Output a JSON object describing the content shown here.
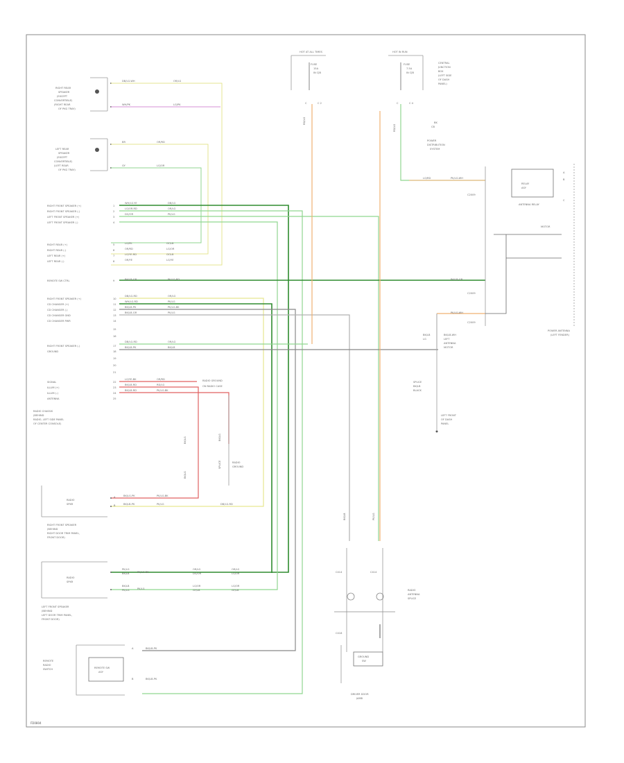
{
  "diagram_ref": "FD0804",
  "colors": {
    "frame": "#8a8a8a",
    "text": "#6a6a6a",
    "wire_yellow": "#e6e690",
    "wire_green": "#8fd68f",
    "wire_dkgreen": "#2e8b2e",
    "wire_pink": "#d68fd6",
    "wire_orange": "#f0b070",
    "wire_red": "#e06060",
    "wire_gray": "#888888",
    "wire_ltgray": "#b0b0b0"
  },
  "components": [
    {
      "id": "rear-speaker-rh",
      "label": "LEFT REAR SPEAKER"
    },
    {
      "id": "rear-speaker-lh",
      "label": "RIGHT REAR SPEAKER"
    },
    {
      "id": "radio",
      "label": "RADIO"
    },
    {
      "id": "front-speaker-rh",
      "label": "FRONT SPEAKER"
    },
    {
      "id": "front-speaker-lh",
      "label": "LEFT FRONT SPEAKER"
    },
    {
      "id": "antenna",
      "label": "ANTENNA"
    },
    {
      "id": "remote-switch",
      "label": "REMOTE SWITCH"
    },
    {
      "id": "cd-changer",
      "label": "CD CHANGER"
    },
    {
      "id": "fuse-1",
      "label": "FUSE"
    },
    {
      "id": "fuse-2",
      "label": "FUSE"
    },
    {
      "id": "ground-1",
      "label": "G"
    },
    {
      "id": "ground-2",
      "label": "G"
    },
    {
      "id": "ground-3",
      "label": "G"
    }
  ]
}
